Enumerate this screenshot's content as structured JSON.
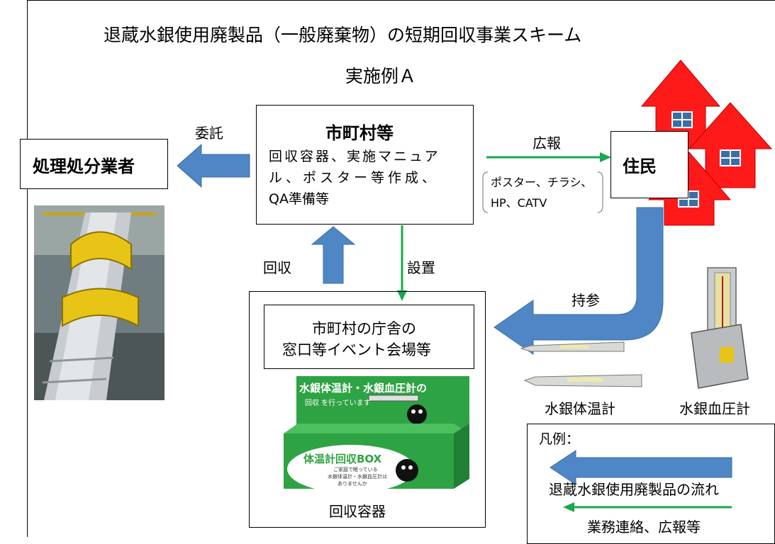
{
  "title": "退蔵水銀使用廃製品（一般廃棄物）の短期回収事業スキーム",
  "subtitle": "実施例Ａ",
  "nodes": {
    "municipality": {
      "name": "市町村等",
      "desc_line1": "回収容器、実施マニュア",
      "desc_line2": "ル、ポスター等作成、",
      "desc_line3": "QA準備等"
    },
    "disposal": "処理処分業者",
    "residents": "住民",
    "venue_line1": "市町村の庁舎の",
    "venue_line2": "窓口等イベント会場等"
  },
  "labels": {
    "entrust": "委託",
    "publicity": "広報",
    "publicity_media_line1": "ポスター、チラシ、",
    "publicity_media_line2": "HP、CATV",
    "collect": "回収",
    "install": "設置",
    "bring": "持参",
    "thermometer": "水銀体温計",
    "sphygmomanometer": "水銀血圧計",
    "container": "回収容器"
  },
  "container_art": {
    "banner_line": "水銀体温計・水銀血圧計の",
    "banner_sub": "回収 を行っています",
    "box_label": "体温計回収BOX",
    "box_sub_line1": "ご家庭で眠っている",
    "box_sub_line2": "水銀体温計・水銀血圧計は",
    "box_sub_line3": "ありませんか"
  },
  "legend": {
    "title": "凡例：",
    "blue_label": "退蔵水銀使用廃製品の流れ",
    "green_label": "業務連絡、広報等"
  },
  "colors": {
    "blue_arrow": "#4f86c6",
    "green_arrow": "#19a84b",
    "house_red": "#ff1a1a",
    "house_window": "#3a6ea5",
    "container_green": "#2ea343"
  }
}
